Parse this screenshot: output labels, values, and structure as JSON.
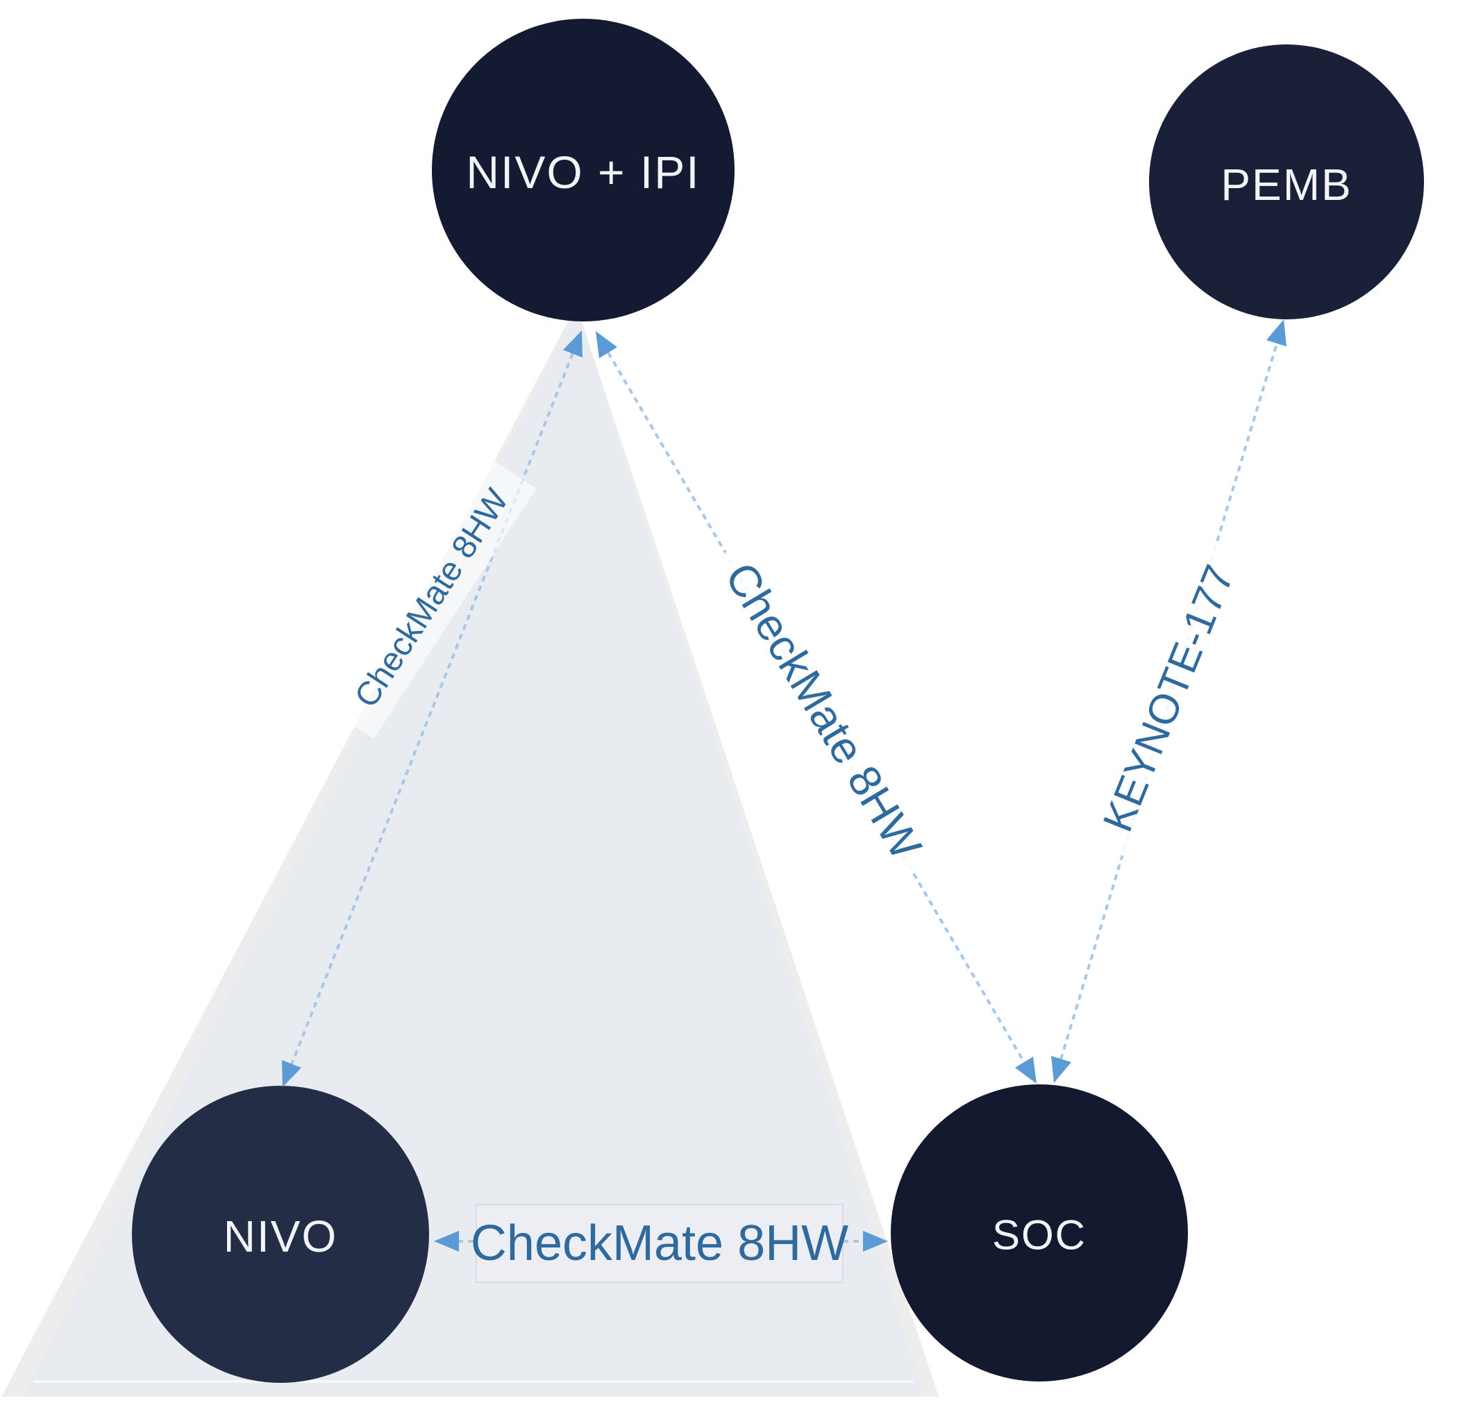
{
  "diagram": {
    "type": "network-of-evidence",
    "nodes": {
      "nivo_ipi": {
        "label": "NIVO + IPI"
      },
      "pemb": {
        "label": "PEMB"
      },
      "nivo": {
        "label": "NIVO"
      },
      "soc": {
        "label": "SOC"
      }
    },
    "edges": {
      "nivoipi_nivo": {
        "label": "CheckMate 8HW",
        "from": "NIVO + IPI",
        "to": "NIVO",
        "style": "dashed-double-arrow"
      },
      "nivoipi_soc": {
        "label": "CheckMate 8HW",
        "from": "NIVO + IPI",
        "to": "SOC",
        "style": "dashed-double-arrow"
      },
      "pemb_soc": {
        "label": "KEYNOTE-177",
        "from": "PEMB",
        "to": "SOC",
        "style": "dashed-double-arrow"
      },
      "nivo_soc": {
        "label": "CheckMate 8HW",
        "from": "NIVO",
        "to": "SOC",
        "style": "dashed-double-arrow"
      }
    },
    "colors": {
      "node_fill_dark": "#141a31",
      "node_fill_pemb": "#1a2037",
      "node_fill_nivo": "#232d45",
      "node_fill_soc": "#131a30",
      "node_text": "#f2f4f7",
      "edge_line": "#a9c7e9",
      "arrowhead": "#5b9bd5",
      "edge_label_text": "#2f6a9e",
      "triangle_fill": "#e8ebf0",
      "triangle_outer": "#ededee",
      "label_box_fill": "#eceef3",
      "label_box_border": "#d9dde3",
      "background": "#ffffff"
    }
  }
}
